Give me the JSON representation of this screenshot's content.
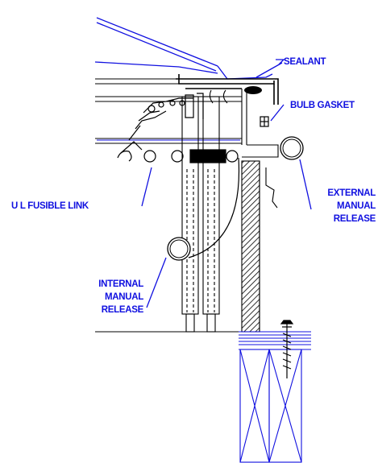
{
  "labels": {
    "sealant": "SEALANT",
    "bulb_gasket": "BULB GASKET",
    "ul_fusible_link": "U L FUSIBLE LINK",
    "external_release": [
      "EXTERNAL",
      "MANUAL",
      "RELEASE"
    ],
    "internal_release": [
      "INTERNAL",
      "MANUAL",
      "RELEASE"
    ]
  },
  "colors": {
    "annotation": "#1010e0",
    "linework": "#000000",
    "framing": "#1010e0"
  }
}
